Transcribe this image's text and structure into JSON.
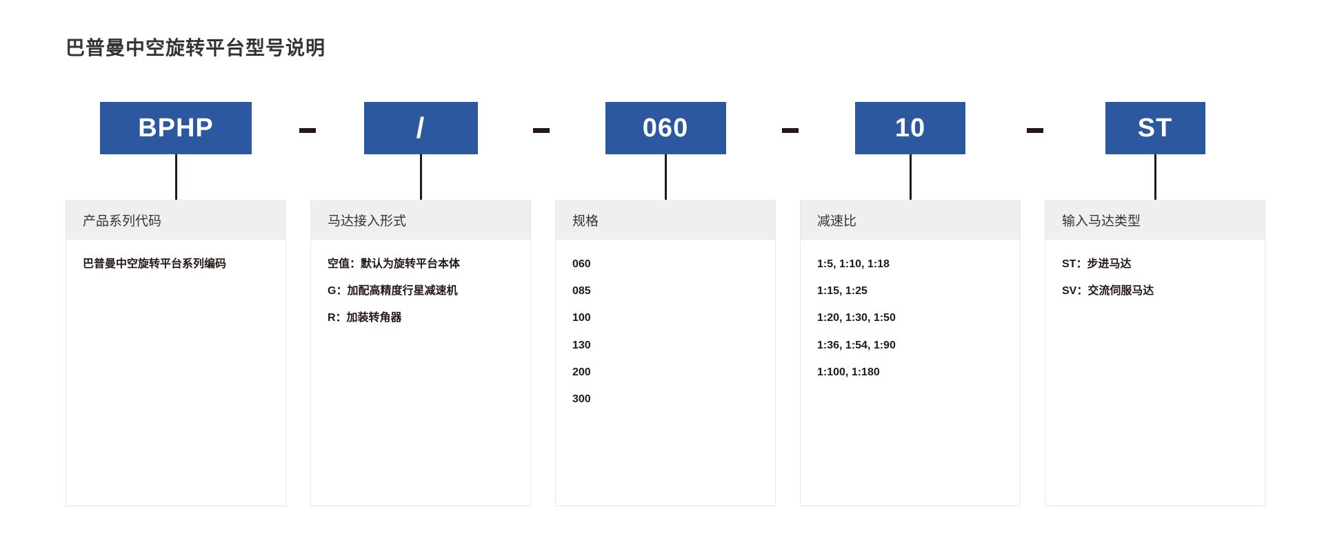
{
  "title": "巴普曼中空旋转平台型号说明",
  "colors": {
    "chip_blue": "#2B589F",
    "panel_header_gray": "#EFEFEF",
    "panel_border": "#E8E8E8",
    "text_dark": "#231815",
    "title_color": "#333333"
  },
  "code": {
    "separator": "-",
    "chips": [
      {
        "value": "BPHP"
      },
      {
        "value": "/"
      },
      {
        "value": "060"
      },
      {
        "value": "10"
      },
      {
        "value": "ST"
      }
    ]
  },
  "panels": [
    {
      "header": "产品系列代码",
      "lines": [
        "巴普曼中空旋转平台系列编码"
      ]
    },
    {
      "header": "马达接入形式",
      "lines": [
        "空值：默认为旋转平台本体",
        "G：加配高精度行星减速机",
        "R：加装转角器"
      ]
    },
    {
      "header": "规格",
      "lines": [
        "060",
        "085",
        "100",
        "130",
        "200",
        "300"
      ]
    },
    {
      "header": "减速比",
      "lines": [
        "1:5, 1:10, 1:18",
        "1:15, 1:25",
        "1:20, 1:30, 1:50",
        "1:36, 1:54, 1:90",
        "1:100, 1:180"
      ]
    },
    {
      "header": "输入马达类型",
      "lines": [
        "ST：步进马达",
        "SV：交流伺服马达"
      ]
    }
  ]
}
